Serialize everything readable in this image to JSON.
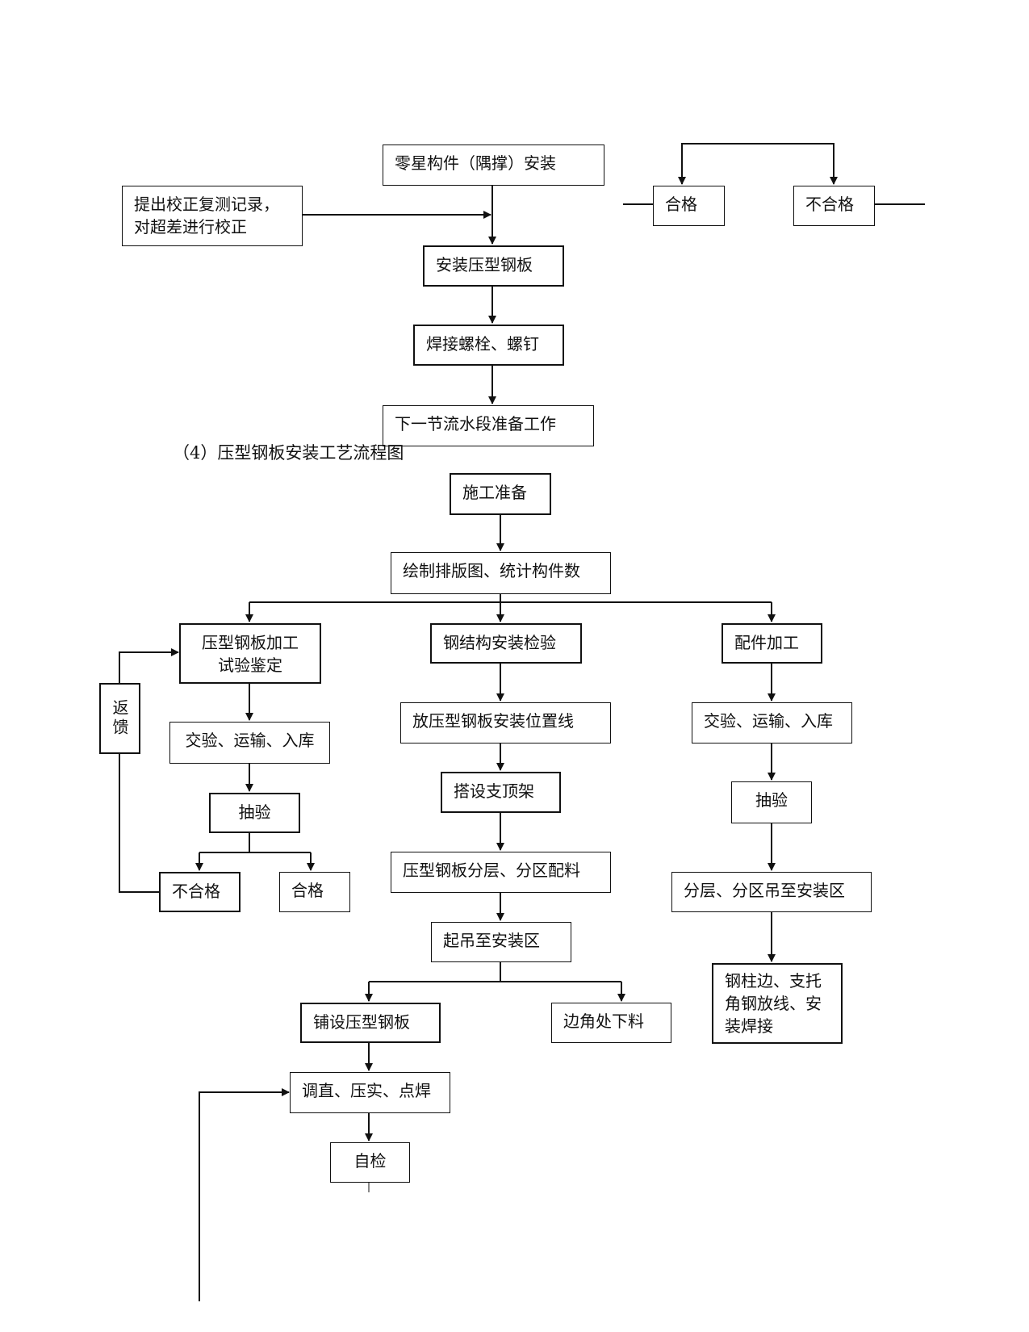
{
  "top_flow": {
    "n1": "零星构件（隅撑）安装",
    "n2": "提出校正复测记录，\n对超差进行校正",
    "n3": "安装压型钢板",
    "n4": "焊接螺栓、螺钉",
    "n5": "下一节流水段准备工作",
    "pass": "合格",
    "fail": "不合格"
  },
  "caption": "（4）压型钢板安装工艺流程图",
  "main_flow": {
    "start": "施工准备",
    "draw": "绘制排版图、统计构件数",
    "left": {
      "process": "压型钢板加工\n试验鉴定",
      "transport": "交验、运输、入库",
      "sample": "抽验",
      "fail": "不合格",
      "pass": "合格",
      "feedback": "返馈"
    },
    "middle": {
      "inspect": "钢结构安装检验",
      "lines": "放压型钢板安装位置线",
      "support": "搭设支顶架",
      "layer": "压型钢板分层、分区配料",
      "lift": "起吊至安装区",
      "lay": "铺设压型钢板",
      "corner": "边角处下料",
      "adjust": "调直、压实、点焊",
      "self": "自检"
    },
    "right": {
      "parts": "配件加工",
      "transport": "交验、运输、入库",
      "sample": "抽验",
      "lift": "分层、分区吊至安装区",
      "weld": "钢柱边、支托\n角钢放线、安\n装焊接"
    }
  }
}
